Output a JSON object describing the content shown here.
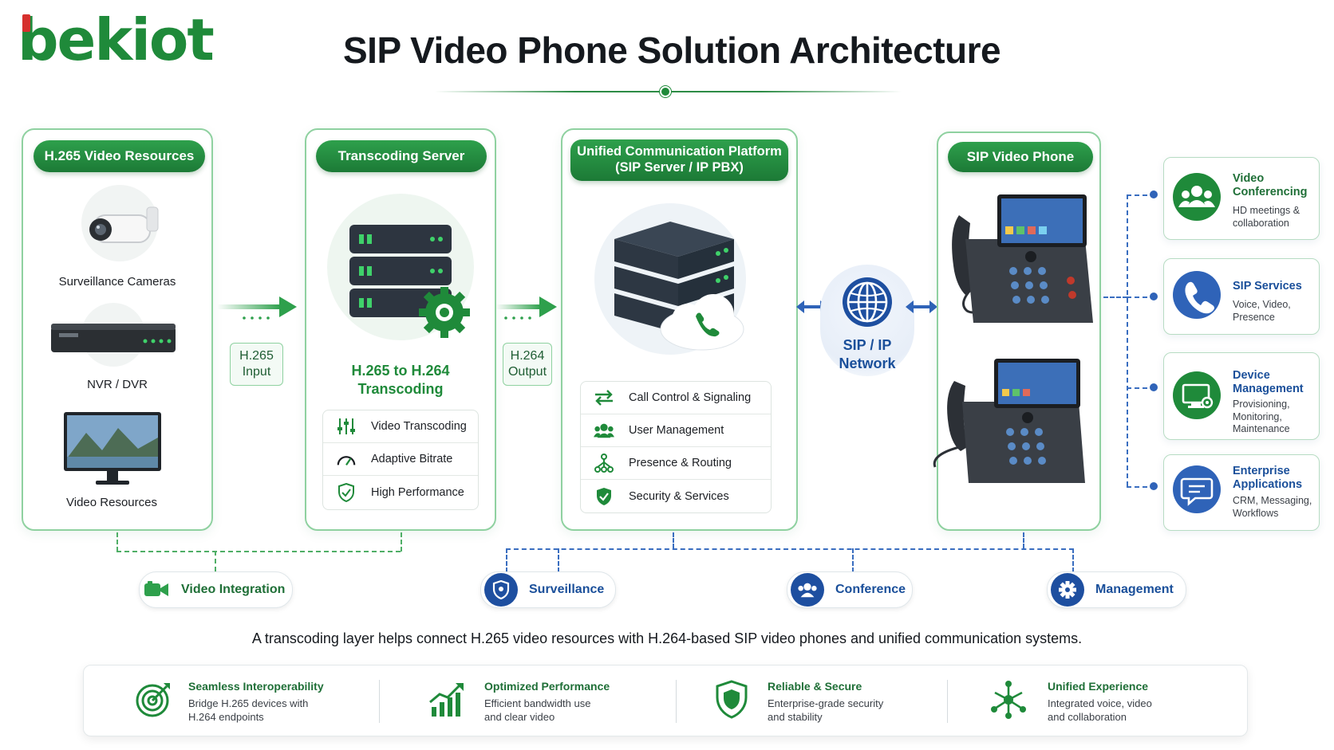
{
  "logo": "bekiot",
  "title": "SIP Video Phone Solution Architecture",
  "colors": {
    "brand_green": "#1f8a3a",
    "accent_blue": "#1a4f9a",
    "logo_red": "#d6302d"
  },
  "panels": {
    "video_resources": {
      "header": "H.265 Video Resources",
      "items": [
        "Surveillance Cameras",
        "NVR / DVR",
        "Video Resources"
      ]
    },
    "transcoding": {
      "header": "Transcoding Server",
      "title_line1": "H.265 to H.264",
      "title_line2": "Transcoding",
      "features": [
        {
          "icon": "sliders-icon",
          "label": "Video Transcoding"
        },
        {
          "icon": "gauge-icon",
          "label": "Adaptive Bitrate"
        },
        {
          "icon": "shield-check-icon",
          "label": "High Performance"
        }
      ]
    },
    "ucp": {
      "header_line1": "Unified Communication Platform",
      "header_line2": "(SIP Server / IP PBX)",
      "features": [
        {
          "icon": "arrows-exchange-icon",
          "label": "Call Control & Signaling"
        },
        {
          "icon": "users-icon",
          "label": "User Management"
        },
        {
          "icon": "routing-icon",
          "label": "Presence & Routing"
        },
        {
          "icon": "shield-check-icon",
          "label": "Security & Services"
        }
      ]
    },
    "phone": {
      "header": "SIP Video Phone"
    }
  },
  "flow_labels": {
    "input_line1": "H.265",
    "input_line2": "Input",
    "output_line1": "H.264",
    "output_line2": "Output"
  },
  "network": {
    "line1": "SIP / IP",
    "line2": "Network"
  },
  "services": [
    {
      "icon": "conference-icon",
      "title_line1": "Video",
      "title_line2": "Conferencing",
      "desc_line1": "HD meetings &",
      "desc_line2": "collaboration",
      "desc_line3": ""
    },
    {
      "icon": "phone-icon",
      "title_line1": "SIP Services",
      "title_line2": "",
      "desc_line1": "Voice, Video,",
      "desc_line2": "Presence",
      "desc_line3": ""
    },
    {
      "icon": "monitor-gear-icon",
      "title_line1": "Device",
      "title_line2": "Management",
      "desc_line1": "Provisioning,",
      "desc_line2": "Monitoring,",
      "desc_line3": "Maintenance"
    },
    {
      "icon": "chat-icon",
      "title_line1": "Enterprise",
      "title_line2": "Applications",
      "desc_line1": "CRM, Messaging,",
      "desc_line2": "Workflows",
      "desc_line3": ""
    }
  ],
  "bottom_pills": [
    {
      "icon": "video-camera-icon",
      "label": "Video Integration"
    },
    {
      "icon": "shield-icon",
      "label": "Surveillance"
    },
    {
      "icon": "users-icon",
      "label": "Conference"
    },
    {
      "icon": "gear-icon",
      "label": "Management"
    }
  ],
  "summary": "A transcoding layer helps connect H.265 video resources with H.264-based SIP video phones and unified communication systems.",
  "benefits": [
    {
      "icon": "target-icon",
      "title": "Seamless Interoperability",
      "desc_line1": "Bridge H.265 devices with",
      "desc_line2": "H.264 endpoints"
    },
    {
      "icon": "growth-chart-icon",
      "title": "Optimized Performance",
      "desc_line1": "Efficient bandwidth use",
      "desc_line2": "and clear video"
    },
    {
      "icon": "shield-icon",
      "title": "Reliable & Secure",
      "desc_line1": "Enterprise-grade security",
      "desc_line2": "and stability"
    },
    {
      "icon": "network-hub-icon",
      "title": "Unified Experience",
      "desc_line1": "Integrated voice, video",
      "desc_line2": "and collaboration"
    }
  ]
}
